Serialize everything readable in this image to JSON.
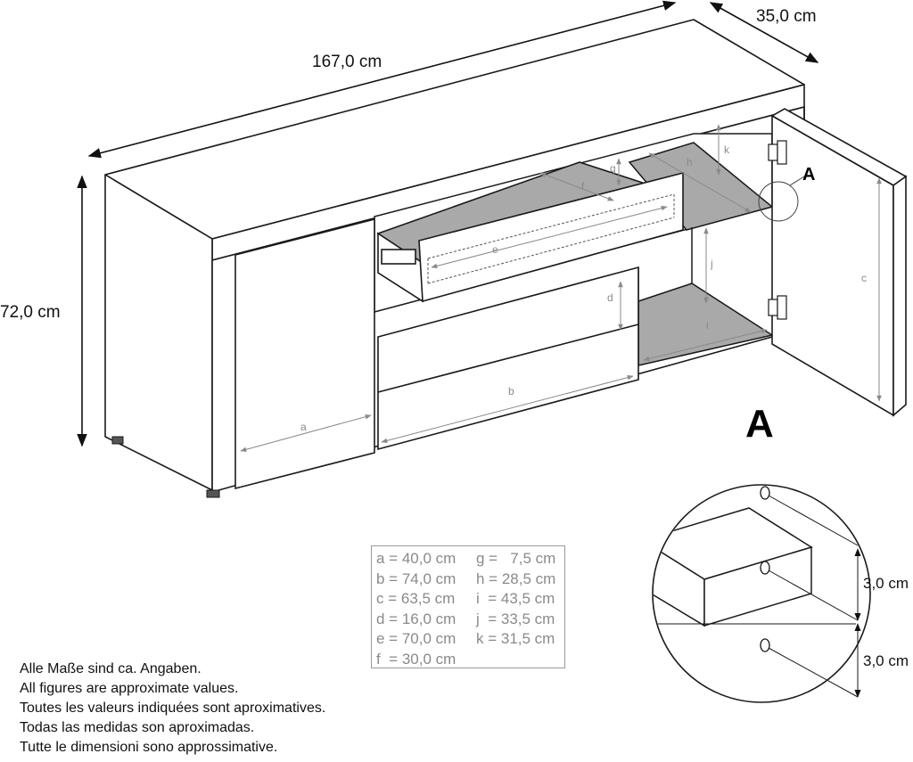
{
  "overall_dimensions": {
    "width": "167,0 cm",
    "depth": "35,0 cm",
    "height": "72,0 cm"
  },
  "part_labels": {
    "a": "a",
    "b": "b",
    "c": "c",
    "d": "d",
    "e": "e",
    "f": "f",
    "g": "g",
    "h": "h",
    "i": "i",
    "j": "j",
    "k": "k"
  },
  "callout_label": "A",
  "detail_title": "A",
  "detail_dimensions": {
    "upper_spacing": "3,0 cm",
    "lower_spacing": "3,0 cm"
  },
  "legend": {
    "rows": [
      [
        "a = 40,0 cm",
        "g =   7,5 cm"
      ],
      [
        "b = 74,0 cm",
        "h = 28,5 cm"
      ],
      [
        "c = 63,5 cm",
        "i  = 43,5 cm"
      ],
      [
        "d = 16,0 cm",
        "j  = 33,5 cm"
      ],
      [
        "e = 70,0 cm",
        "k = 31,5 cm"
      ],
      [
        "f  = 30,0 cm",
        ""
      ]
    ]
  },
  "notes": [
    "Alle Maße sind ca. Angaben.",
    "All figures are approximate values.",
    "Toutes les valeurs indiquées sont aproximatives.",
    "Todas las medidas son aproximadas.",
    "Tutte le dimensioni sono approssimative."
  ],
  "colors": {
    "line": "#1a1a1a",
    "interior_fill": "#a9a9a9",
    "dimension_gray": "#8a8a8a"
  }
}
